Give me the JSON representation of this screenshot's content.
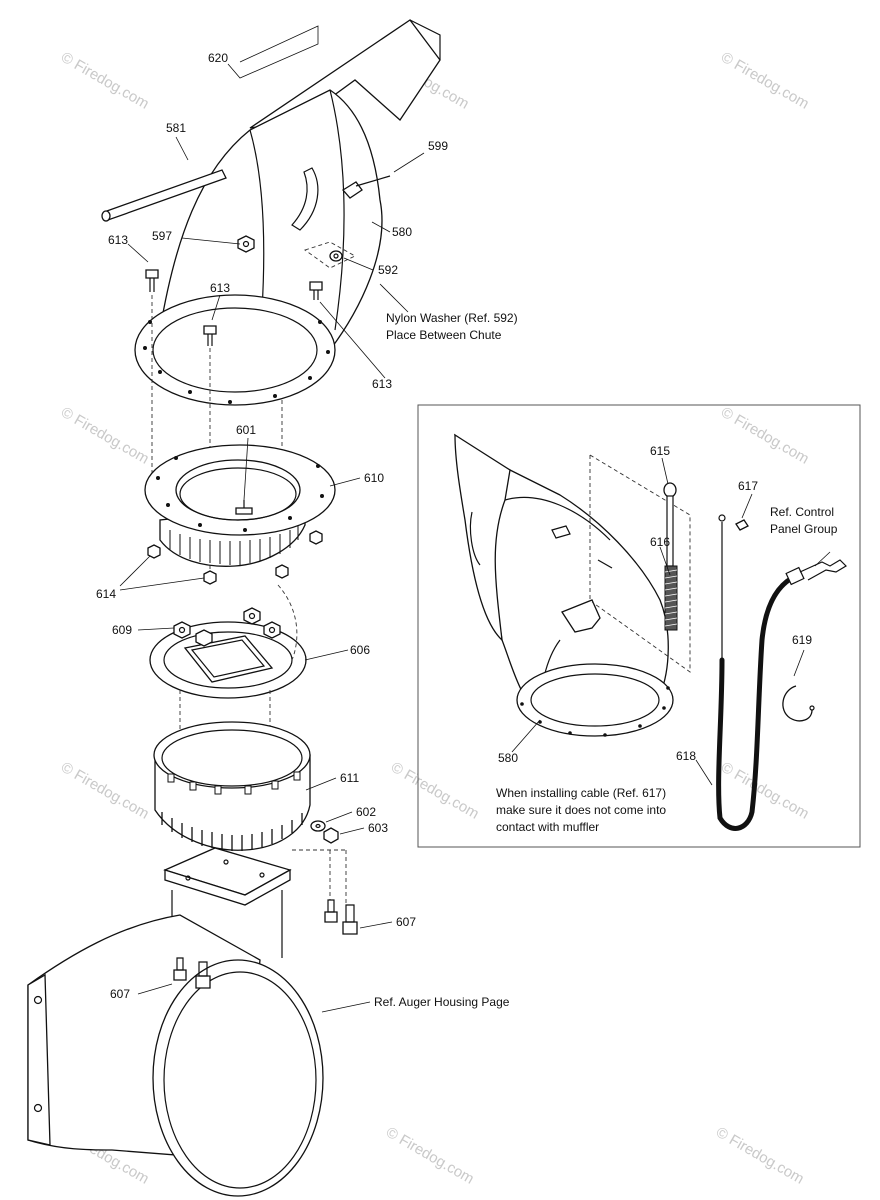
{
  "watermark": {
    "text": "© Firedog.com"
  },
  "callouts": {
    "p620": "620",
    "p581": "581",
    "p599": "599",
    "p597": "597",
    "p580a": "580",
    "p613a": "613",
    "p613b": "613",
    "p613c": "613",
    "p592": "592",
    "p601": "601",
    "p610": "610",
    "p614": "614",
    "p609": "609",
    "p606": "606",
    "p611": "611",
    "p602": "602",
    "p603": "603",
    "p607a": "607",
    "p607b": "607",
    "p615": "615",
    "p617": "617",
    "p616": "616",
    "p619": "619",
    "p580b": "580",
    "p618": "618"
  },
  "notes": {
    "nylon_line1": "Nylon Washer (Ref. 592)",
    "nylon_line2": "Place Between Chute",
    "control_line1": "Ref.  Control",
    "control_line2": "Panel Group",
    "cable_line1": "When installing cable (Ref. 617)",
    "cable_line2": "make sure it does not come into",
    "cable_line3": "contact with muffler",
    "auger": "Ref. Auger Housing Page"
  }
}
